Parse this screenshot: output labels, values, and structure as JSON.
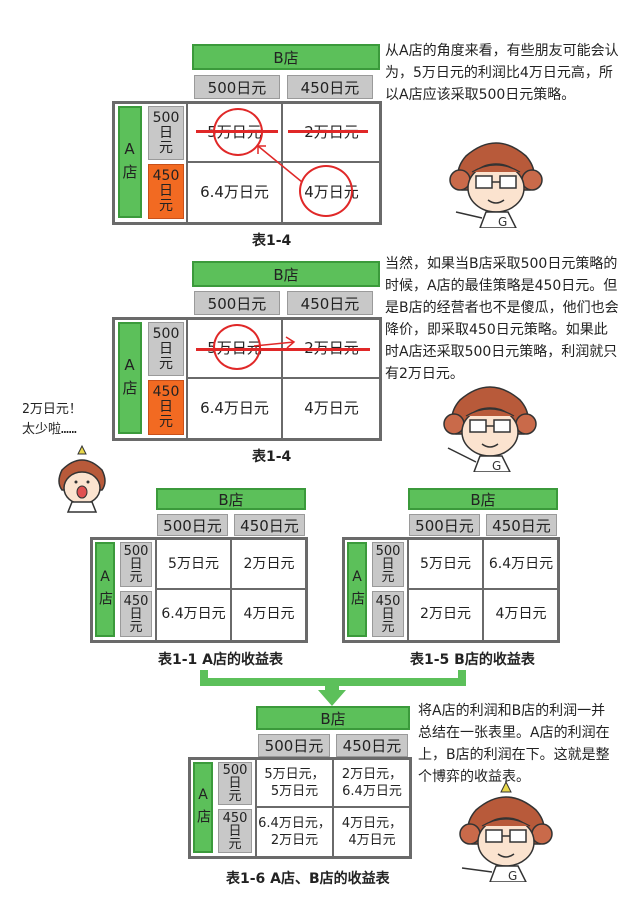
{
  "tables": {
    "t1": {
      "b_label": "B店",
      "a_label": "A店",
      "cols": [
        "500日元",
        "450日元"
      ],
      "rows": [
        "500\n日\n元",
        "450\n日\n元"
      ],
      "cells": [
        [
          "5万日元",
          "2万日元"
        ],
        [
          "6.4万日元",
          "4万日元"
        ]
      ],
      "caption": "表1-4"
    },
    "t2": {
      "b_label": "B店",
      "a_label": "A店",
      "cols": [
        "500日元",
        "450日元"
      ],
      "rows": [
        "500\n日\n元",
        "450\n日\n元"
      ],
      "cells": [
        [
          "5万日元",
          "2万日元"
        ],
        [
          "6.4万日元",
          "4万日元"
        ]
      ],
      "caption": "表1-4"
    },
    "t3": {
      "b_label": "B店",
      "a_label": "A店",
      "cols": [
        "500日元",
        "450日元"
      ],
      "rows": [
        "500\n日\n元",
        "450\n日\n元"
      ],
      "cells": [
        [
          "5万日元",
          "2万日元"
        ],
        [
          "6.4万日元",
          "4万日元"
        ]
      ],
      "caption": "表1-1  A店的收益表"
    },
    "t4": {
      "b_label": "B店",
      "a_label": "A店",
      "cols": [
        "500日元",
        "450日元"
      ],
      "rows": [
        "500\n日\n元",
        "450\n日\n元"
      ],
      "cells": [
        [
          "5万日元",
          "6.4万日元"
        ],
        [
          "2万日元",
          "4万日元"
        ]
      ],
      "caption": "表1-5  B店的收益表"
    },
    "t5": {
      "b_label": "B店",
      "a_label": "A店",
      "cols": [
        "500日元",
        "450日元"
      ],
      "rows": [
        "500\n日\n元",
        "450\n日\n元"
      ],
      "cells": [
        [
          "5万日元，\n5万日元",
          "2万日元，\n6.4万日元"
        ],
        [
          "6.4万日元，\n2万日元",
          "4万日元，\n4万日元"
        ]
      ],
      "caption": "表1-6  A店、B店的收益表"
    }
  },
  "paragraphs": {
    "p1": "从A店的角度来看，有些朋友可能会认为，5万日元的利润比4万日元高，所以A店应该采取500日元策略。",
    "p2": "当然，如果当B店采取500日元策略的时候，A店的最佳策略是450日元。但是B店的经营者也不是傻瓜，他们也会降价，即采取450日元策略。如果此时A店还采取500日元策略，利润就只有2万日元。",
    "p3": "将A店的利润和B店的利润一并总结在一张表里。A店的利润在上，B店的利润在下。这就是整个博弈的收益表。"
  },
  "speech": "2万日元！\n太少啦……",
  "colors": {
    "accent_green": "#5cc05a",
    "orange": "#f26a22",
    "header_gray": "#c8c8c8",
    "mark_red": "#e02828"
  }
}
